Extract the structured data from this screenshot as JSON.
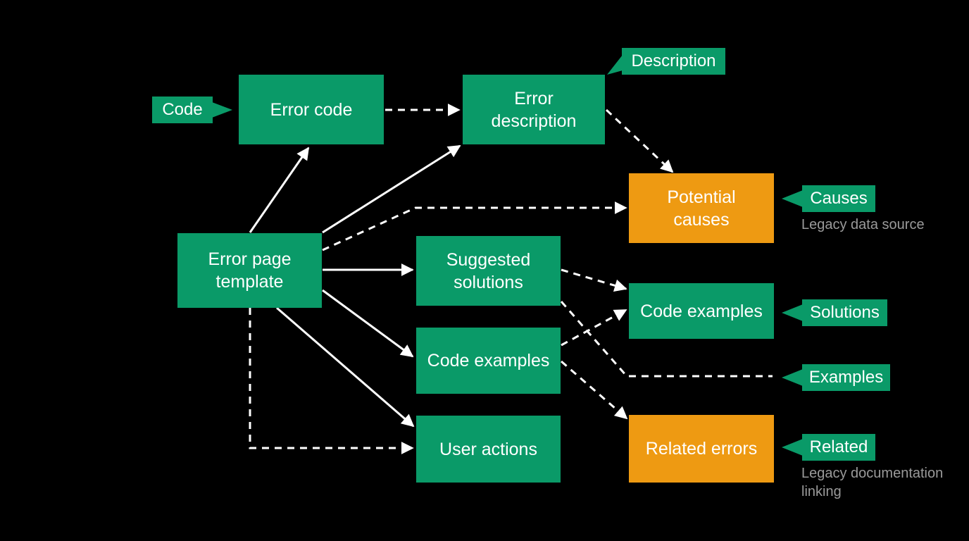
{
  "colors": {
    "background": "#000000",
    "primary_box": "#0a9a68",
    "legacy_box": "#ee9a12",
    "connector": "#ffffff",
    "note_text": "#9a9a9a"
  },
  "nodes": {
    "error_code": {
      "label": "Error code",
      "style": "primary"
    },
    "error_description": {
      "label": "Error\ndescription",
      "style": "primary"
    },
    "potential_causes": {
      "label": "Potential\ncauses",
      "style": "legacy"
    },
    "error_page_template": {
      "label": "Error page\ntemplate",
      "style": "primary"
    },
    "suggested_solutions": {
      "label": "Suggested\nsolutions",
      "style": "primary"
    },
    "code_examples_left": {
      "label": "Code examples",
      "style": "primary"
    },
    "code_examples_right": {
      "label": "Code examples",
      "style": "primary"
    },
    "user_actions": {
      "label": "User actions",
      "style": "primary"
    },
    "related_errors": {
      "label": "Related errors",
      "style": "legacy"
    }
  },
  "tags": {
    "code": "Code",
    "description": "Description",
    "causes": "Causes",
    "solutions": "Solutions",
    "examples": "Examples",
    "related": "Related"
  },
  "notes": {
    "causes_note": "Legacy data source",
    "related_note": "Legacy documentation\nlinking"
  },
  "edges": [
    {
      "from": "error_page_template",
      "to": "error_code",
      "style": "solid"
    },
    {
      "from": "error_page_template",
      "to": "error_description",
      "style": "solid"
    },
    {
      "from": "error_page_template",
      "to": "potential_causes",
      "style": "dashed"
    },
    {
      "from": "error_page_template",
      "to": "suggested_solutions",
      "style": "solid"
    },
    {
      "from": "error_page_template",
      "to": "code_examples_left",
      "style": "solid"
    },
    {
      "from": "error_page_template",
      "to": "user_actions",
      "style": "solid"
    },
    {
      "from": "error_page_template",
      "to": "user_actions",
      "style": "dashed"
    },
    {
      "from": "error_code",
      "to": "error_description",
      "style": "dashed"
    },
    {
      "from": "error_description",
      "to": "potential_causes",
      "style": "dashed"
    },
    {
      "from": "suggested_solutions",
      "to": "code_examples_right",
      "style": "dashed"
    },
    {
      "from": "suggested_solutions",
      "to": "examples_tag",
      "style": "dashed"
    },
    {
      "from": "code_examples_left",
      "to": "code_examples_right",
      "style": "dashed"
    },
    {
      "from": "code_examples_left",
      "to": "related_errors",
      "style": "dashed"
    }
  ]
}
